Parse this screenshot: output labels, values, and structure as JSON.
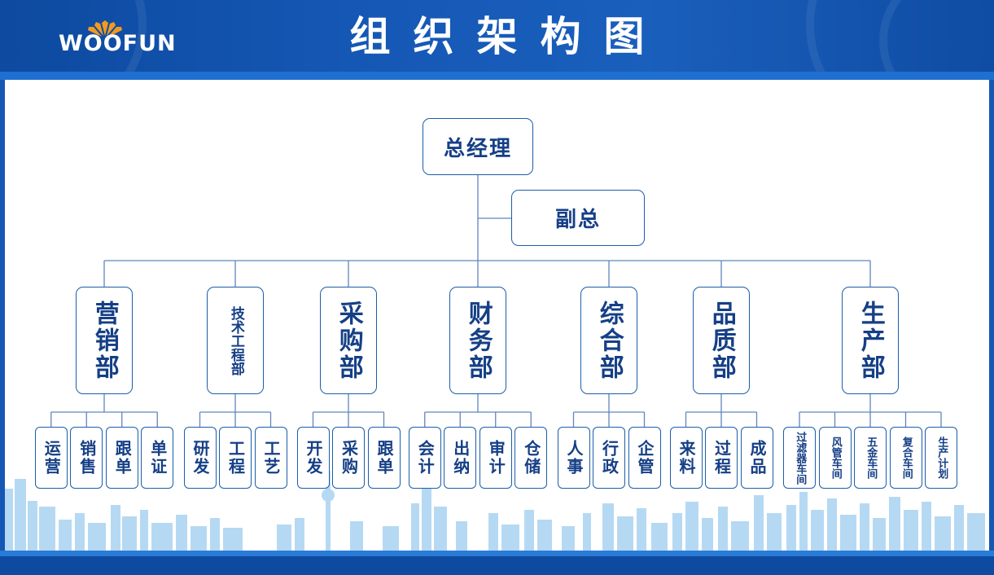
{
  "header": {
    "title": "组织架构图",
    "logo_text": "WOOFUN",
    "accent": "#1557b4",
    "box_border": "#1a5ea9",
    "text_color": "#153f86"
  },
  "top": {
    "gm": "总经理",
    "deputy": "副总"
  },
  "departments": [
    {
      "name": "营销部",
      "subs": [
        "运营",
        "销售",
        "跟单",
        "单证"
      ]
    },
    {
      "name": "技术工程部",
      "subs": [
        "研发",
        "工程",
        "工艺"
      ]
    },
    {
      "name": "采购部",
      "subs": [
        "开发",
        "采购",
        "跟单"
      ]
    },
    {
      "name": "财务部",
      "subs": [
        "会计",
        "出纳",
        "审计",
        "仓储"
      ]
    },
    {
      "name": "综合部",
      "subs": [
        "人事",
        "行政",
        "企管"
      ]
    },
    {
      "name": "品质部",
      "subs": [
        "来料",
        "过程",
        "成品"
      ]
    },
    {
      "name": "生产部",
      "subs": [
        "过滤器车间",
        "风管车间",
        "五金车间",
        "复合车间",
        "生产计划"
      ]
    }
  ]
}
